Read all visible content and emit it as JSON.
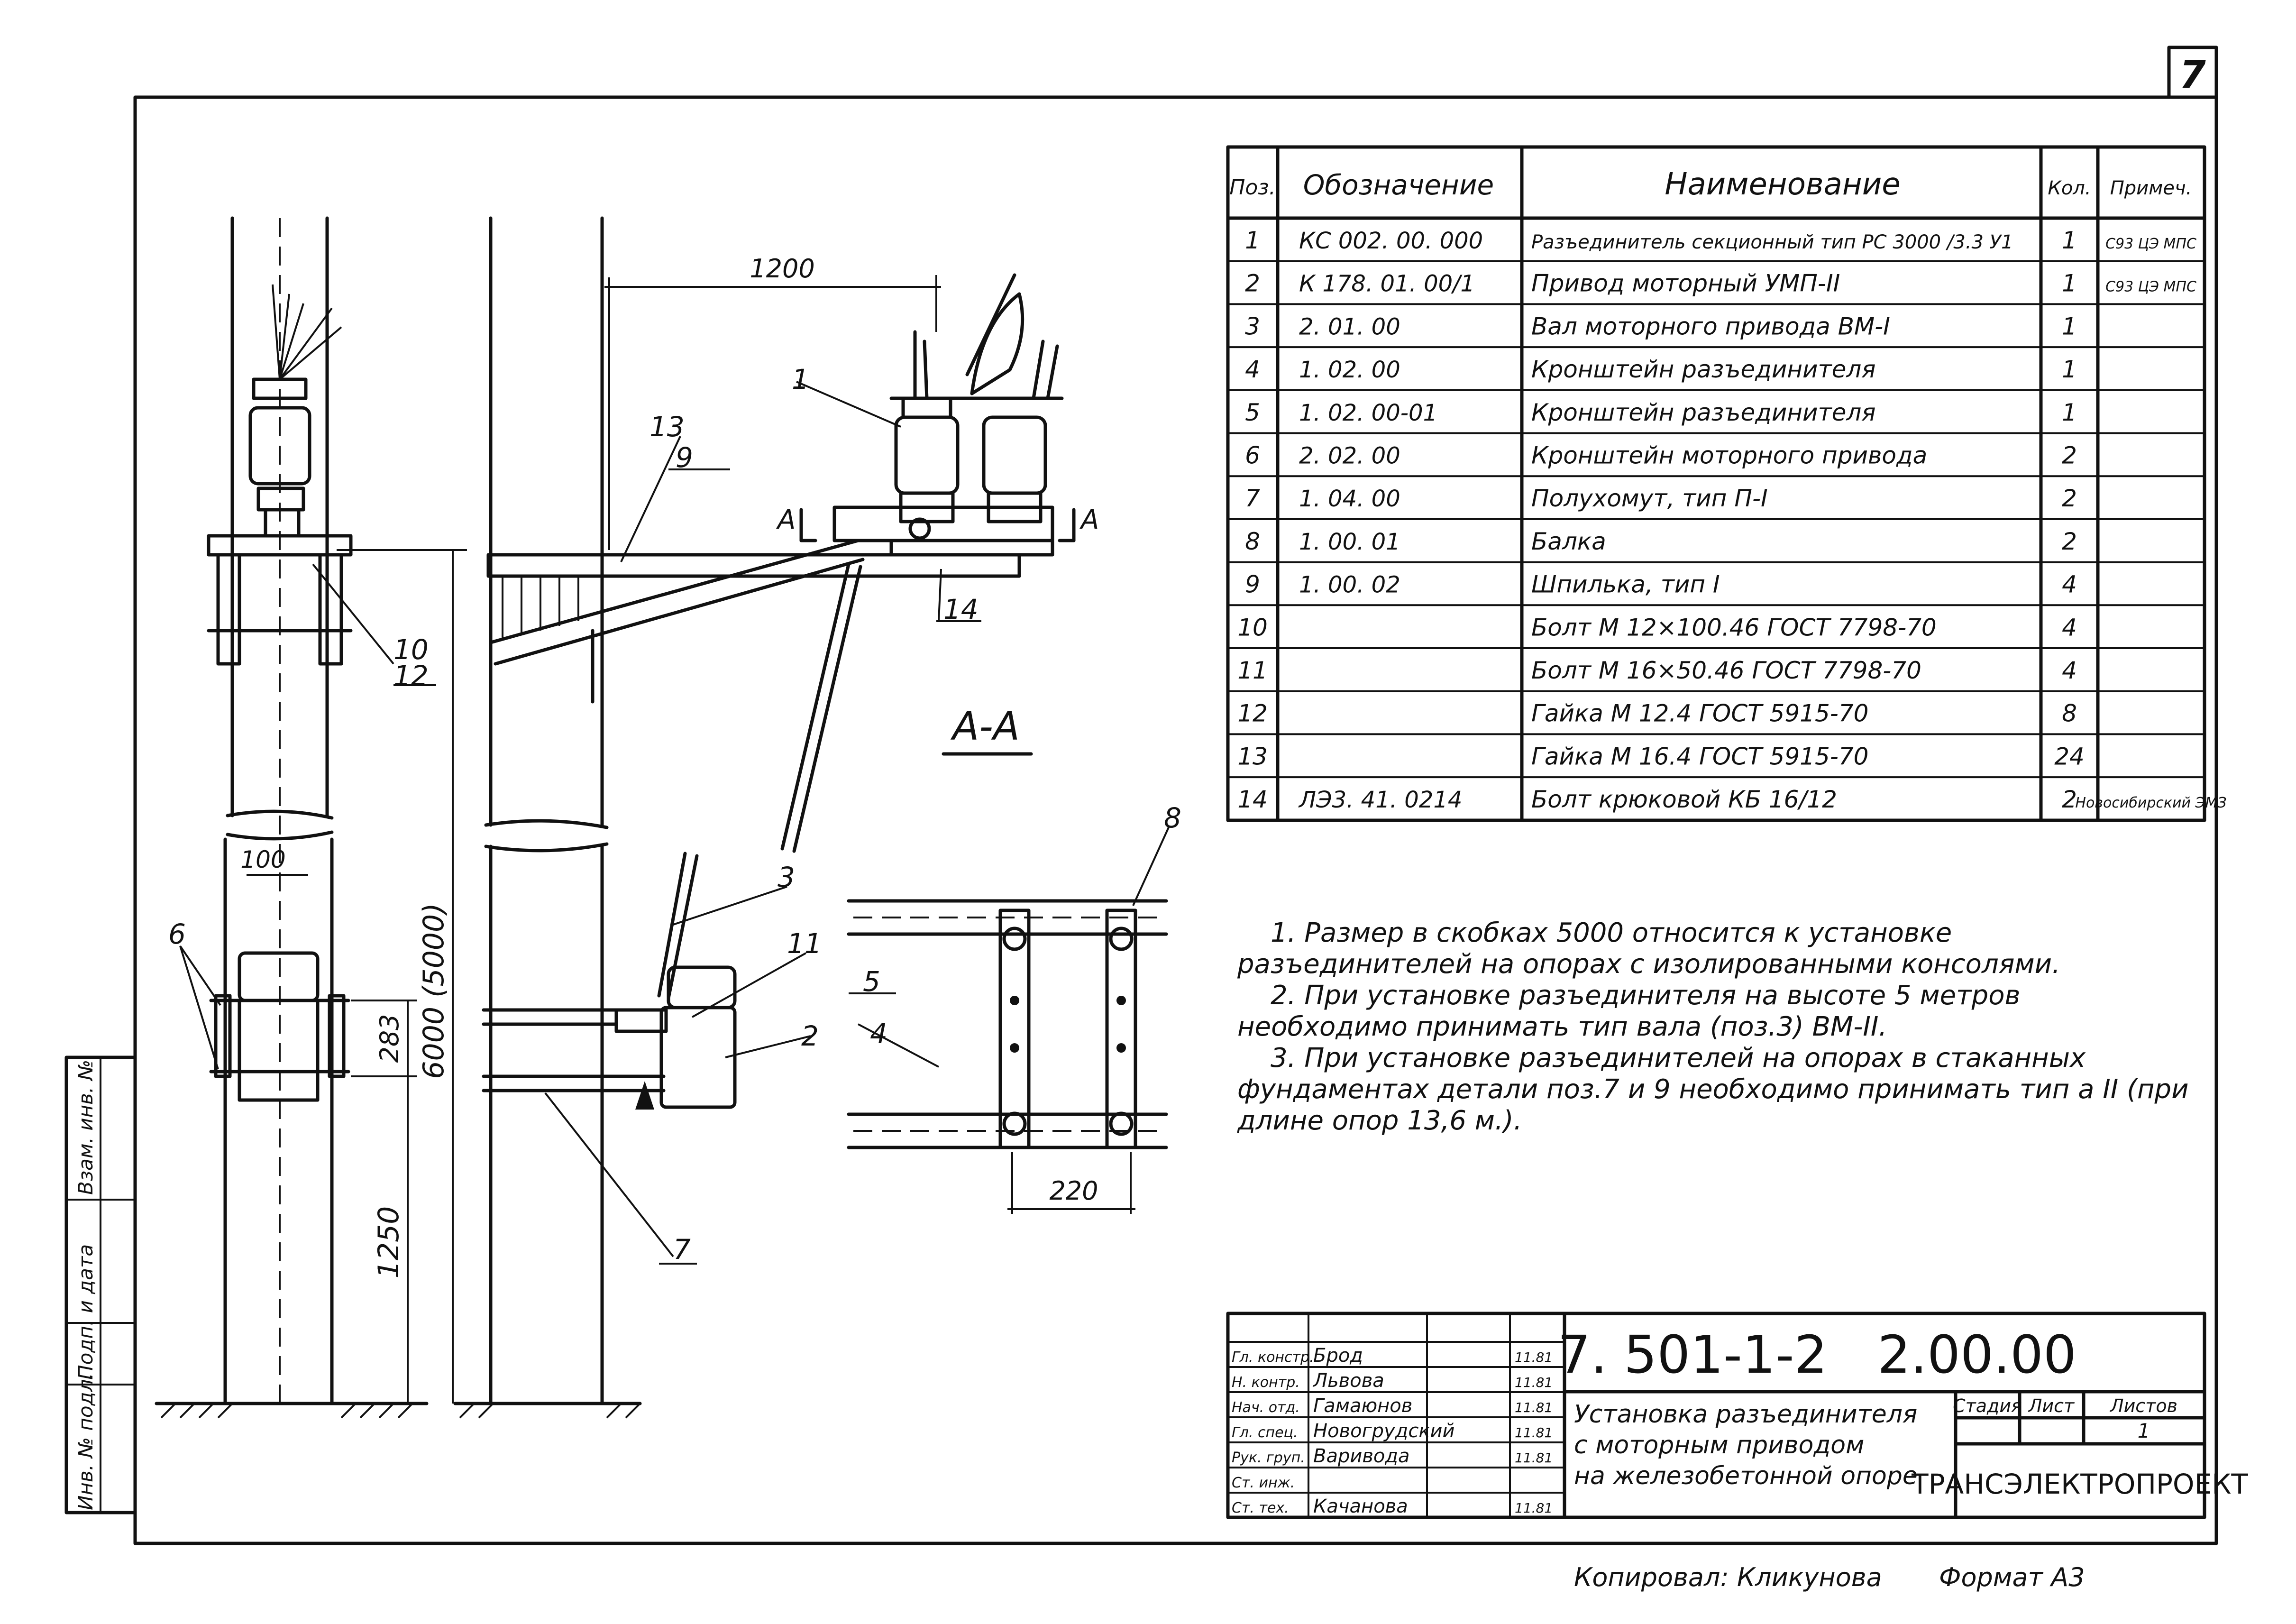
{
  "sheet_number": "7",
  "section_label": "А-А",
  "dimensions": {
    "arm_length": "1200",
    "height": "6000 (5000)",
    "lower_height": "1250",
    "drive_offset": "283",
    "small_offset": "100",
    "clamp_spacing": "220"
  },
  "callouts": [
    "1",
    "2",
    "3",
    "4",
    "5",
    "6",
    "7",
    "8",
    "9",
    "10",
    "11",
    "12",
    "13",
    "14"
  ],
  "spec_table": {
    "headers": [
      "Поз.",
      "Обозначение",
      "Наименование",
      "Кол.",
      "Примеч."
    ],
    "rows": [
      {
        "pos": "1",
        "code": "КС 002. 00. 000",
        "name": "Разъединитель секционный тип РС 3000 /3.3 У1",
        "qty": "1",
        "note": "С93 ЦЭ МПС"
      },
      {
        "pos": "2",
        "code": "К 178. 01. 00/1",
        "name": "Привод моторный  УМП-II",
        "qty": "1",
        "note": "С93 ЦЭ МПС"
      },
      {
        "pos": "3",
        "code": "2. 01. 00",
        "name": "Вал моторного привода  ВМ-I",
        "qty": "1",
        "note": ""
      },
      {
        "pos": "4",
        "code": "1. 02. 00",
        "name": "Кронштейн  разъединителя",
        "qty": "1",
        "note": ""
      },
      {
        "pos": "5",
        "code": "1. 02. 00-01",
        "name": "Кронштейн  разъединителя",
        "qty": "1",
        "note": ""
      },
      {
        "pos": "6",
        "code": "2. 02. 00",
        "name": "Кронштейн  моторного привода",
        "qty": "2",
        "note": ""
      },
      {
        "pos": "7",
        "code": "1. 04. 00",
        "name": "Полухомут,  тип П-I",
        "qty": "2",
        "note": ""
      },
      {
        "pos": "8",
        "code": "1. 00. 01",
        "name": "Балка",
        "qty": "2",
        "note": ""
      },
      {
        "pos": "9",
        "code": "1. 00. 02",
        "name": "Шпилька,   тип I",
        "qty": "4",
        "note": ""
      },
      {
        "pos": "10",
        "code": "",
        "name": "Болт  М 12×100.46   ГОСТ 7798-70",
        "qty": "4",
        "note": ""
      },
      {
        "pos": "11",
        "code": "",
        "name": "Болт  М 16×50.46   ГОСТ 7798-70",
        "qty": "4",
        "note": ""
      },
      {
        "pos": "12",
        "code": "",
        "name": "Гайка  М 12.4        ГОСТ 5915-70",
        "qty": "8",
        "note": ""
      },
      {
        "pos": "13",
        "code": "",
        "name": "Гайка  М 16.4        ГОСТ 5915-70",
        "qty": "24",
        "note": ""
      },
      {
        "pos": "14",
        "code": "ЛЭ3. 41. 0214",
        "name": "Болт  крюковой    КБ 16/12",
        "qty": "2",
        "note": "Новосибирский ЭМЗ"
      }
    ]
  },
  "notes": [
    "1. Размер в  скобках 5000  относится  к   установке",
    "разъединителей  на  опорах  с  изолированными  консолями.",
    "2.  При   установке  разъединителя  на высоте  5 метров",
    "необходимо  принимать  тип вала (поз.3)  ВМ-II.",
    "3.  При  установке разъединителей на опорах в стаканных",
    "фундаментах  детали  поз.7 и 9  необходимо  принимать тип а II (при",
    "длине   опор   13,6 м.)."
  ],
  "title_block": {
    "doc_number": "7. 501-1-2",
    "part_number": "2.00.00",
    "title_lines": [
      "Установка разъединителя",
      "с моторным приводом",
      "на железобетонной опоре"
    ],
    "stage_header": "Стадия",
    "sheet_header": "Лист",
    "sheets_header": "Листов",
    "sheets_value": "1",
    "organization": "ТРАНСЭЛЕКТРОПРОЕКТ",
    "signers": [
      {
        "role": "Гл. констр.",
        "name": "Брод",
        "date": "11.81"
      },
      {
        "role": "Н. контр.",
        "name": "Львова",
        "date": "11.81"
      },
      {
        "role": "Нач. отд.",
        "name": "Гамаюнов",
        "date": "11.81"
      },
      {
        "role": "Гл. спец.",
        "name": "Новогрудский",
        "date": "11.81"
      },
      {
        "role": "Рук. груп.",
        "name": "Варивода",
        "date": "11.81"
      },
      {
        "role": "Ст. инж.",
        "name": "",
        "date": ""
      },
      {
        "role": "Ст. тех.",
        "name": "Качанова",
        "date": "11.81"
      }
    ]
  },
  "side_stamp": [
    "Инв. № подл.",
    "Подп. и дата",
    "Взам. инв. №"
  ],
  "copied_by": "Копировал: Кликунова",
  "format": "Формат А3"
}
